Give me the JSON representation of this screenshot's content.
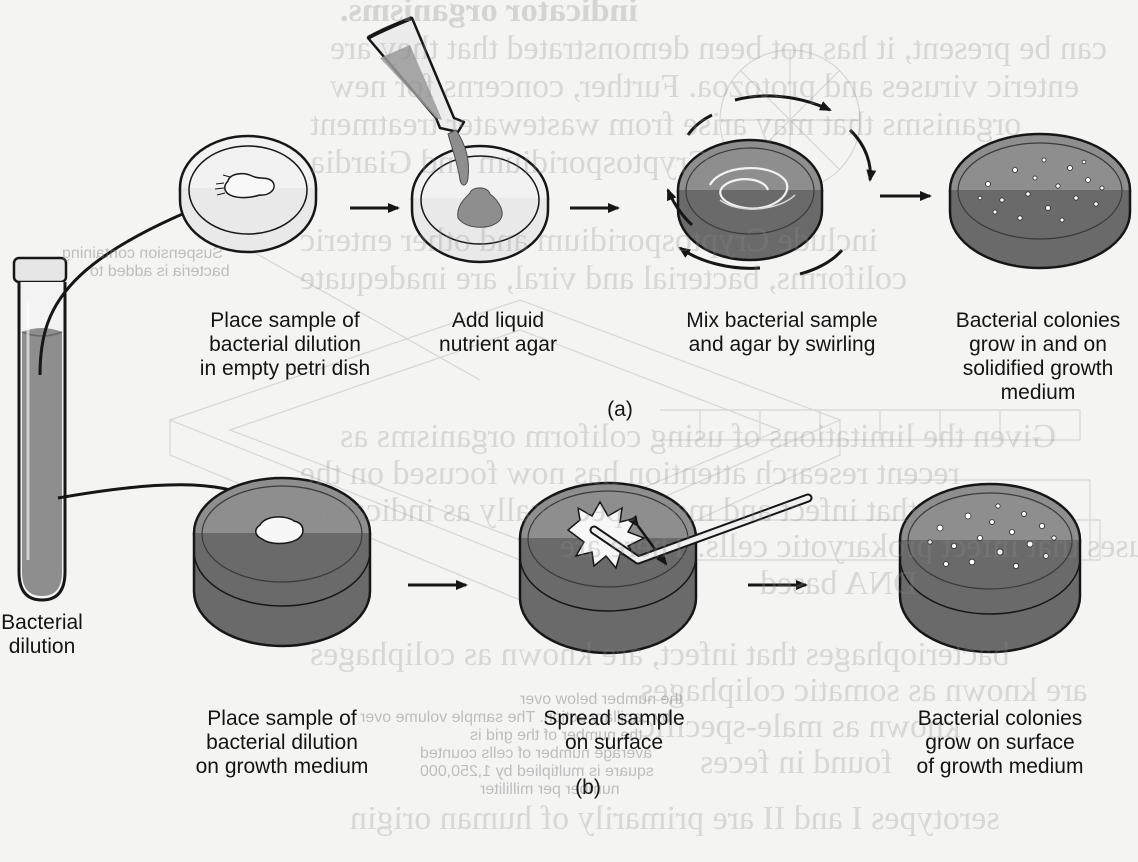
{
  "labels": {
    "bacterial_dilution": "Bacterial\ndilution",
    "step_a1": "Place sample of\nbacterial dilution\nin empty petri dish",
    "step_a2": "Add liquid\nnutrient agar",
    "step_a3": "Mix bacterial sample\nand agar by swirling",
    "step_a4": "Bacterial colonies\ngrow in and on\nsolidified growth\nmedium",
    "panel_a": "(a)",
    "step_b1": "Place sample of\nbacterial dilution\non growth medium",
    "step_b2": "Spread sample\non surface",
    "step_b3": "Bacterial colonies\ngrow on surface\nof growth medium",
    "panel_b": "(b)"
  },
  "bleed_through": {
    "title": "indicator organisms.",
    "lines": [
      "can be present, it has not been demonstrated that they are",
      "enteric viruses and protozoa. Further, concerns for new",
      "organisms that may arise from wastewater treatment",
      "Cryptosporidium and Giardia",
      "include Cryptosporidium and other enteric",
      "coliforms, bacterial and viral, are inadequate",
      "Given the limitations of using coliform organisms as",
      "recent research attention has now focused on the",
      "viruses that infect and more specifically as indicators",
      "viruses that infect prokaryotic cells. There are",
      "DNA based",
      "bacteriophages that infect, are known as coliphages",
      "are known as somatic coliphages",
      "known as male-specific",
      "found in feces",
      "serotypes I and II are primarily of human origin"
    ],
    "caption_lines": [
      "Suspension containing",
      "bacteria is added to",
      "the number below over",
      "by capillary action. The sample volume over",
      "the number of the grid is",
      "average number of cells counted",
      "square is multiplied by 1,250,000",
      "number per milliliter"
    ]
  },
  "colors": {
    "background": "#f4f4f3",
    "outline": "#161616",
    "agar": "#8e8e8e",
    "agar_dark": "#6a6a6a",
    "glass": "#f1f1f1",
    "colony": "#ffffff"
  }
}
